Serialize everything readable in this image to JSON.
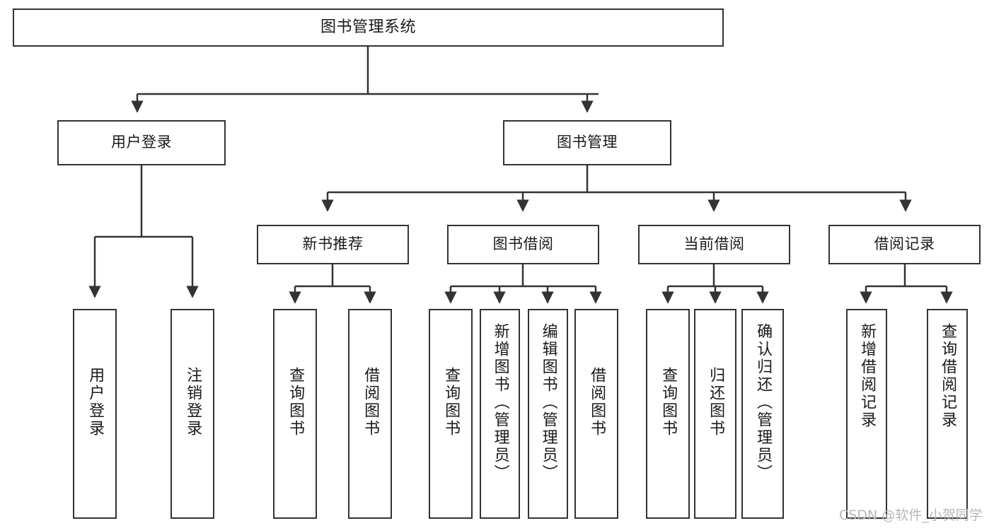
{
  "diagram": {
    "title": "图书管理系统",
    "type": "tree-hierarchy",
    "root": {
      "label": "图书管理系统"
    },
    "level2": [
      {
        "label": "用户登录"
      },
      {
        "label": "图书管理"
      }
    ],
    "level3": [
      {
        "label": "新书推荐"
      },
      {
        "label": "图书借阅"
      },
      {
        "label": "当前借阅"
      },
      {
        "label": "借阅记录"
      }
    ],
    "leaves": {
      "user_login": [
        {
          "label": "用户登录"
        },
        {
          "label": "注销登录"
        }
      ],
      "new_book_recommend": [
        {
          "label": "查询图书"
        },
        {
          "label": "借阅图书"
        }
      ],
      "book_borrow": [
        {
          "label": "查询图书"
        },
        {
          "label": "新增图书（管理员）"
        },
        {
          "label": "编辑图书（管理员）"
        },
        {
          "label": "借阅图书"
        }
      ],
      "current_borrow": [
        {
          "label": "查询图书"
        },
        {
          "label": "归还图书"
        },
        {
          "label": "确认归还（管理员）"
        }
      ],
      "borrow_record": [
        {
          "label": "新增借阅记录"
        },
        {
          "label": "查询借阅记录"
        }
      ]
    }
  },
  "watermark": {
    "text": "CSDN @软件_小贺同学"
  },
  "colors": {
    "stroke": "#333333",
    "fill": "#ffffff",
    "text": "#1a1a1a",
    "watermark": "#b7b7b7"
  }
}
